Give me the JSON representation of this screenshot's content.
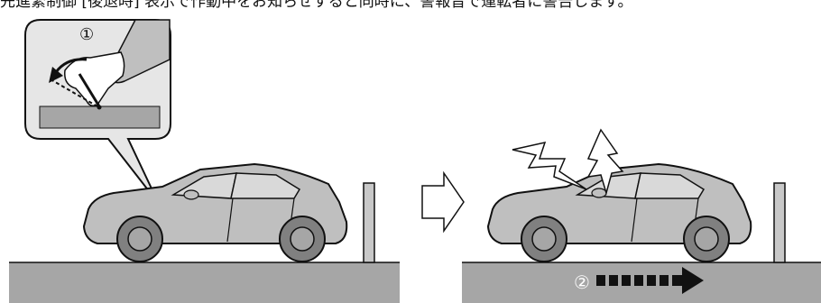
{
  "document": {
    "header_text": "先進緊制御 [後退時] 表示で作動中をお知らせすると同時に、警報音で運転者に警告します。"
  },
  "figure": {
    "callout_step": "①",
    "step_marker": "②"
  }
}
